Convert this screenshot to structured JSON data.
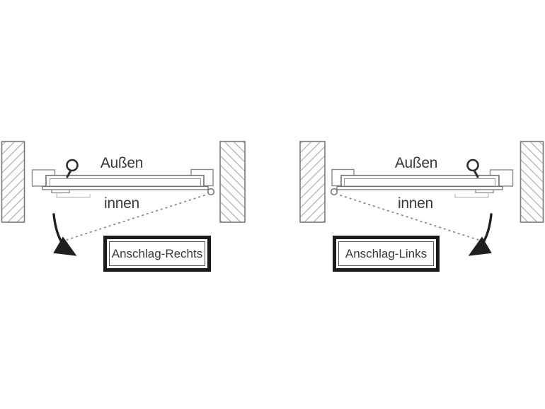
{
  "image_type": "technical-door-hinge-diagram",
  "colors": {
    "background": "#ffffff",
    "linework": "#6f6f6f",
    "hatch_lines": "#b0b0b0",
    "label_text": "#3a3a3a",
    "caption_text": "#383838",
    "caption_border": "#1b1b1b",
    "arrow": "#1f1f1f"
  },
  "diagrams": [
    {
      "caption": "Anschlag-Rechts",
      "outside_label": "Außen",
      "inside_label": "innen",
      "hinge_side": "right",
      "handle_side": "left"
    },
    {
      "caption": "Anschlag-Links",
      "outside_label": "Außen",
      "inside_label": "innen",
      "hinge_side": "left",
      "handle_side": "right"
    }
  ]
}
